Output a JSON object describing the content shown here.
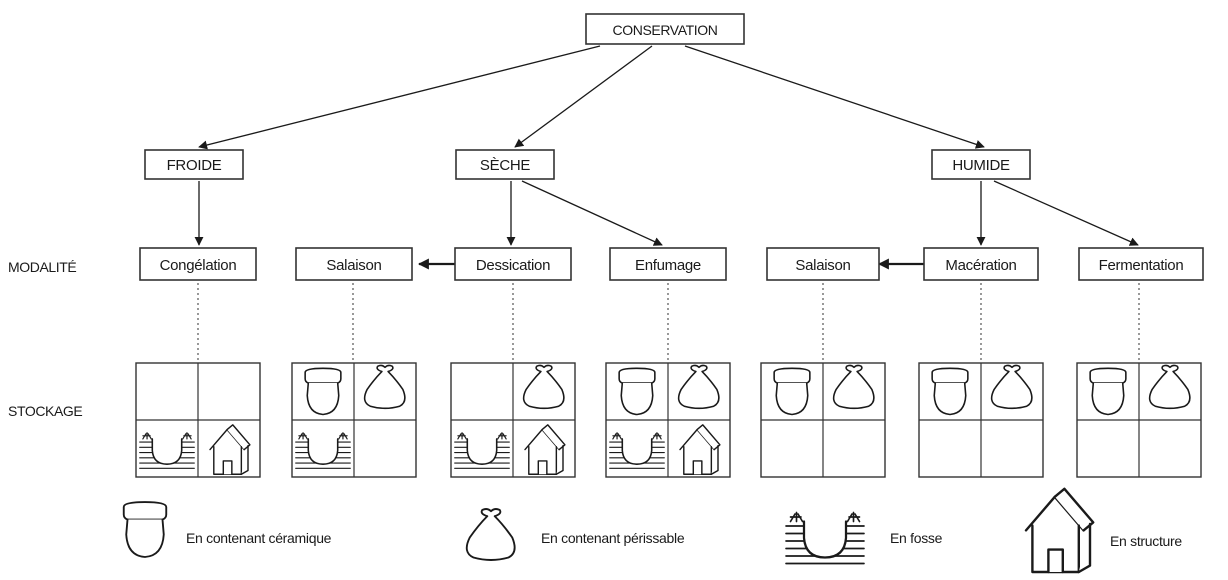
{
  "root": "CONSERVATION",
  "categories": {
    "froide": "FROIDE",
    "seche": "SÈCHE",
    "humide": "HUMIDE"
  },
  "row_labels": {
    "modalite": "MODALITÉ",
    "stockage": "STOCKAGE"
  },
  "modalites": [
    {
      "label": "Congélation",
      "storage": [
        "fosse",
        "structure"
      ]
    },
    {
      "label": "Salaison",
      "storage": [
        "ceramique",
        "perissable",
        "fosse"
      ]
    },
    {
      "label": "Dessication",
      "storage": [
        "perissable",
        "fosse",
        "structure"
      ]
    },
    {
      "label": "Enfumage",
      "storage": [
        "ceramique",
        "perissable",
        "fosse",
        "structure"
      ]
    },
    {
      "label": "Salaison",
      "storage": [
        "ceramique",
        "perissable"
      ]
    },
    {
      "label": "Macération",
      "storage": [
        "ceramique",
        "perissable"
      ]
    },
    {
      "label": "Fermentation",
      "storage": [
        "ceramique",
        "perissable"
      ]
    }
  ],
  "legend": {
    "ceramique": "En contenant céramique",
    "perissable": "En contenant périssable",
    "fosse": "En fosse",
    "structure": "En structure"
  },
  "icons": {
    "ceramique": "ceramic-pot-icon",
    "perissable": "sack-icon",
    "fosse": "pit-icon",
    "structure": "house-icon"
  },
  "colors": {
    "line": "#1a1a1a",
    "box_border": "#333333",
    "background": "#ffffff"
  }
}
